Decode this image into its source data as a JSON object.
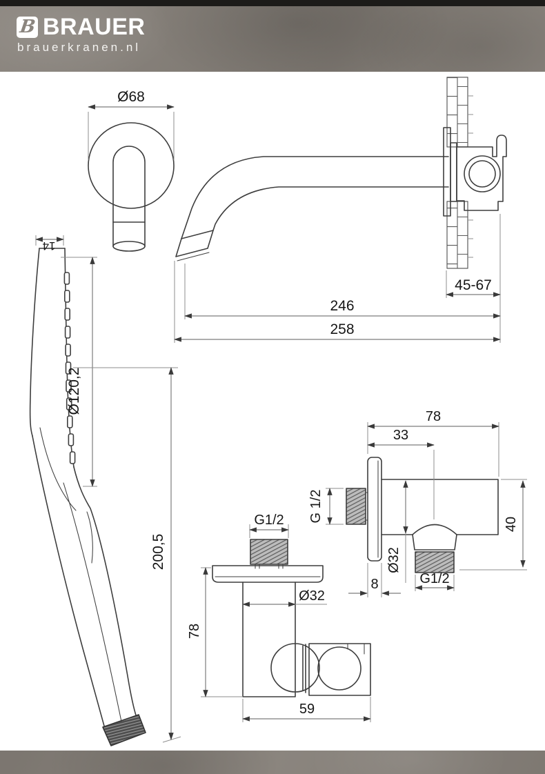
{
  "logo": {
    "brand": "BRAUER",
    "site": "brauerkranen.nl",
    "icon_letter": "B"
  },
  "dims": {
    "spout_front_diameter": "Ø68",
    "spout_wall_range": "45-67",
    "spout_len_inner": "246",
    "spout_len_total": "258",
    "shower_head_width": "14",
    "shower_face_len": "Ø120,2",
    "shower_total_len": "200,5",
    "holder_thread": "G1/2",
    "holder_diameter": "Ø32",
    "holder_height": "78",
    "holder_width": "59",
    "outlet_width": "78",
    "outlet_offset": "33",
    "outlet_thread_wall": "G 1/2",
    "outlet_plate_thickness": "8",
    "outlet_diameter": "Ø32",
    "outlet_height": "40",
    "outlet_thread_out": "G1/2"
  },
  "colors": {
    "outline": "#3d3d3d",
    "dimension_line": "#7c7c7c",
    "canvas": "#ffffff",
    "texture_base": "#868079",
    "topbar": "#1c1b19",
    "logo_text": "#ffffff"
  }
}
